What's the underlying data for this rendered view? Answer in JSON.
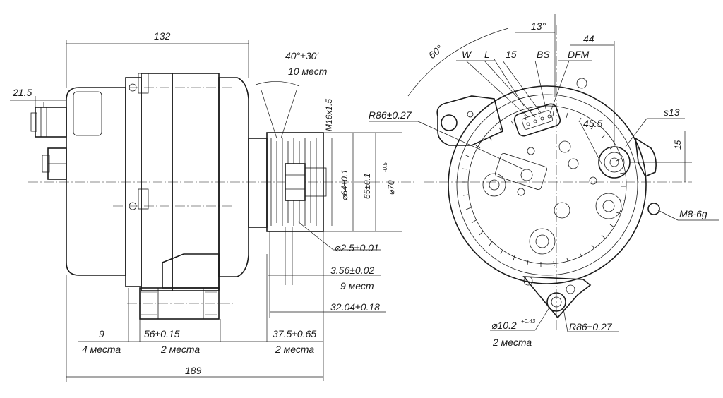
{
  "dimensions": {
    "overall_width_top": "132",
    "connector_offset": "21.5",
    "angle": "40°±30'",
    "angle_count": "10 мест",
    "thread": "M16x1.5",
    "d64": "⌀64±0.1",
    "d65": "65±0.1",
    "d70": "⌀70",
    "d70_tol": "-0.5",
    "d25": "⌀2.5±0.01",
    "pitch": "3.56±0.02",
    "pitch_count": "9 мест",
    "pulley_len": "32.04±0.18",
    "bottom_9": "9",
    "bottom_9_count": "4 места",
    "bottom_56": "56±0.15",
    "bottom_56_count": "2 места",
    "bottom_375": "37.5±0.65",
    "bottom_375_count": "2 места",
    "overall_width_bottom": "189",
    "angle_13": "13°",
    "angle_60": "60°",
    "dim_44": "44",
    "dim_455": "45.5",
    "dim_15": "15",
    "s13": "s13",
    "m8": "M8-6g",
    "r86_top": "R86±0.27",
    "r86_bottom": "R86±0.27",
    "d102": "⌀10.2",
    "d102_tol": "+0.43",
    "d102_count": "2 места"
  },
  "terminals": {
    "w": "W",
    "l": "L",
    "t15": "15",
    "bs": "BS",
    "dfm": "DFM"
  }
}
